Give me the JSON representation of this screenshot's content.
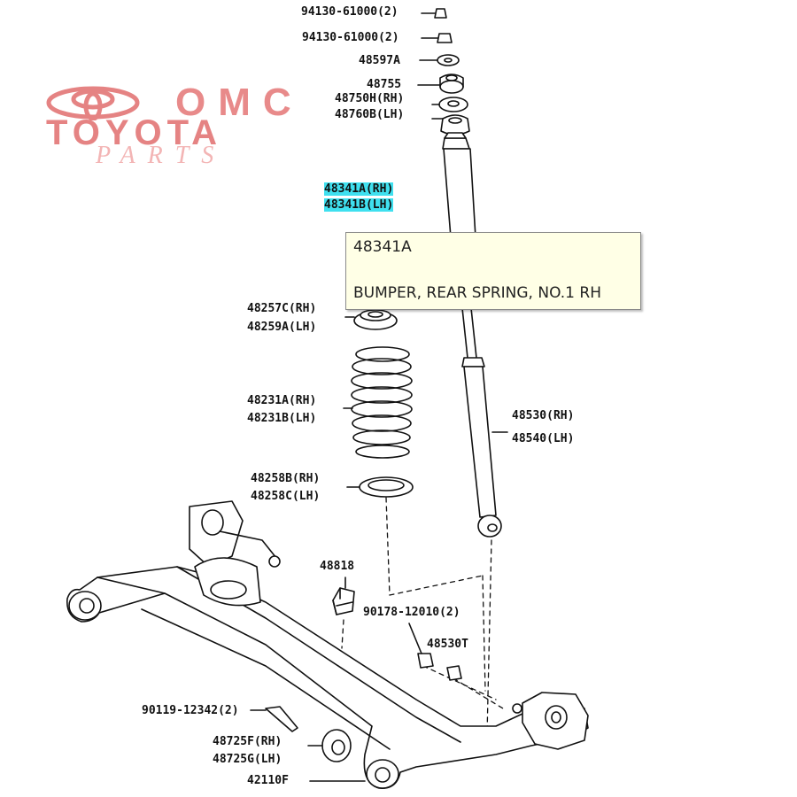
{
  "watermark": {
    "mark": "OMC",
    "brand": "TOYOTA",
    "sub": "PARTS",
    "color": "#e58383"
  },
  "highlight_color": "#3fe0ef",
  "labels": [
    {
      "name": "part-94130-61000-a",
      "text": "94130-61000(2)"
    },
    {
      "name": "part-94130-61000-b",
      "text": "94130-61000(2)"
    },
    {
      "name": "part-48597a",
      "text": "48597A"
    },
    {
      "name": "part-48755",
      "text": "48755"
    },
    {
      "name": "part-48750h",
      "text": "48750H(RH)"
    },
    {
      "name": "part-48760b",
      "text": "48760B(LH)"
    },
    {
      "name": "part-48341a",
      "text": "48341A(RH)",
      "highlighted": true
    },
    {
      "name": "part-48341b",
      "text": "48341B(LH)",
      "highlighted": true
    },
    {
      "name": "part-48257c",
      "text": "48257C(RH)"
    },
    {
      "name": "part-48259a",
      "text": "48259A(LH)"
    },
    {
      "name": "part-48231a",
      "text": "48231A(RH)"
    },
    {
      "name": "part-48231b",
      "text": "48231B(LH)"
    },
    {
      "name": "part-48530",
      "text": "48530(RH)"
    },
    {
      "name": "part-48540",
      "text": "48540(LH)"
    },
    {
      "name": "part-48258b",
      "text": "48258B(RH)"
    },
    {
      "name": "part-48258c",
      "text": "48258C(LH)"
    },
    {
      "name": "part-48818",
      "text": "48818"
    },
    {
      "name": "part-90178-12010",
      "text": "90178-12010(2)"
    },
    {
      "name": "part-48530t",
      "text": "48530T"
    },
    {
      "name": "part-90119-12342",
      "text": "90119-12342(2)"
    },
    {
      "name": "part-48725f",
      "text": "48725F(RH)"
    },
    {
      "name": "part-48725g",
      "text": "48725G(LH)"
    },
    {
      "name": "part-42110f",
      "text": "42110F"
    }
  ],
  "tooltip": {
    "code": "48341A",
    "description": "BUMPER, REAR SPRING, NO.1 RH"
  }
}
